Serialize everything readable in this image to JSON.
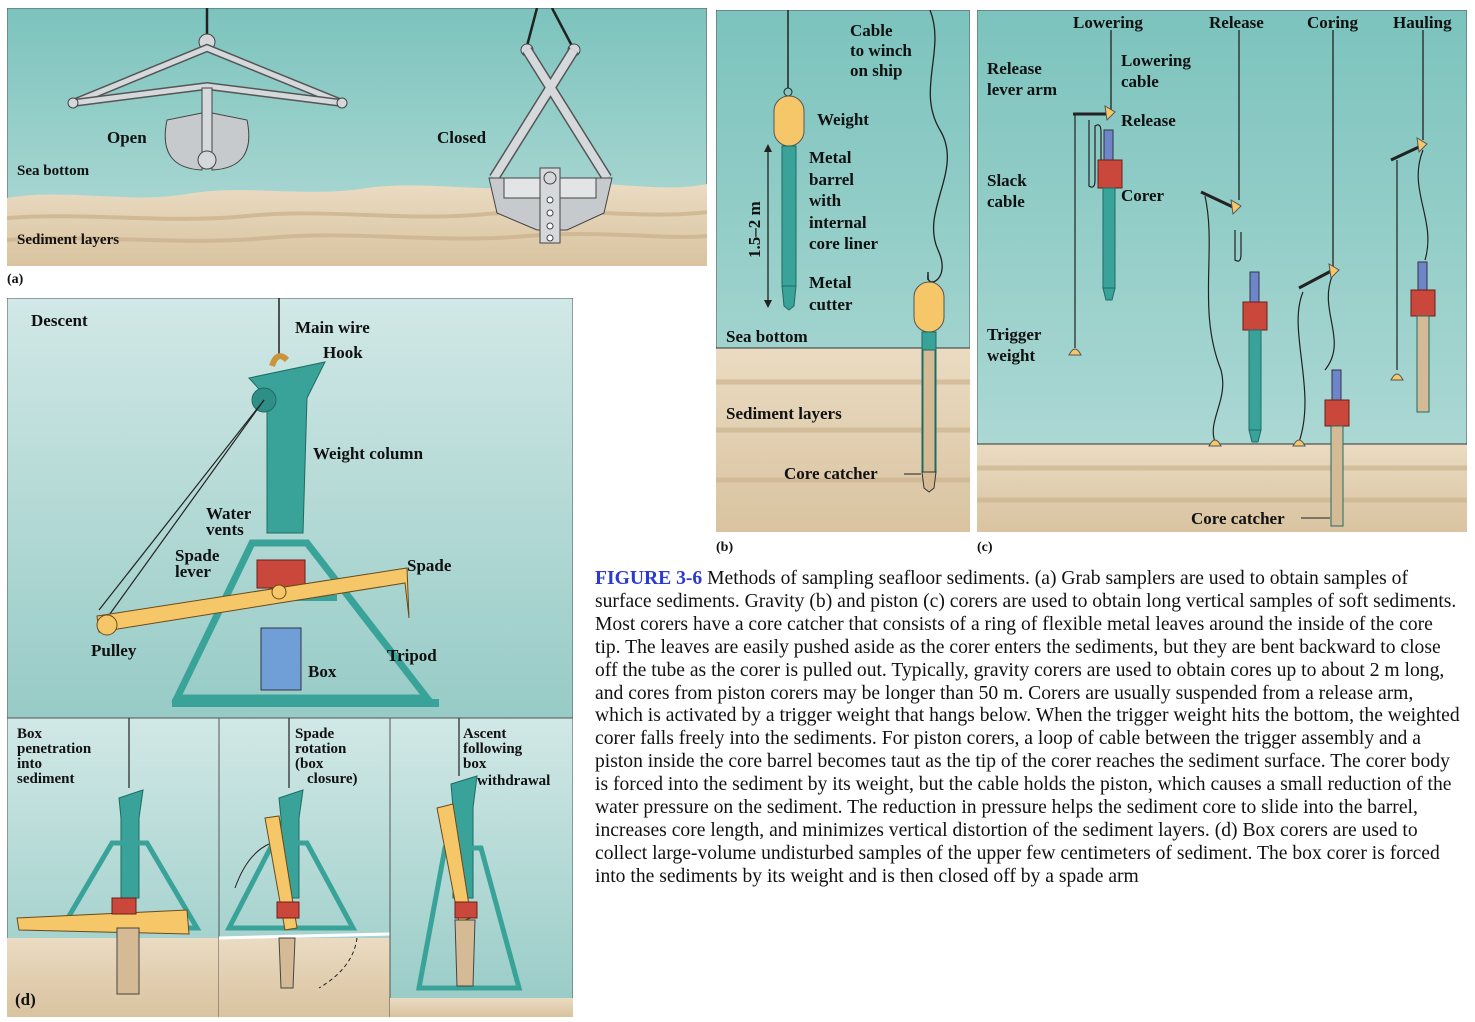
{
  "panel_a": {
    "label": "(a)",
    "open_label": "Open",
    "closed_label": "Closed",
    "sea_bottom": "Sea bottom",
    "sediment_layers": "Sediment layers"
  },
  "panel_b": {
    "label": "(b)",
    "cable_line1": "Cable",
    "cable_line2": "to winch",
    "cable_line3": "on ship",
    "weight": "Weight",
    "barrel_line1": "Metal",
    "barrel_line2": "barrel",
    "barrel_line3": "with",
    "barrel_line4": "internal",
    "barrel_line5": "core liner",
    "length": "1.5–2 m",
    "cutter_line1": "Metal",
    "cutter_line2": "cutter",
    "sea_bottom": "Sea bottom",
    "sediment_layers": "Sediment layers",
    "core_catcher": "Core catcher"
  },
  "panel_c": {
    "label": "(c)",
    "stages": [
      "Lowering",
      "Release",
      "Coring",
      "Hauling"
    ],
    "lowering_cable_line1": "Lowering",
    "lowering_cable_line2": "cable",
    "release_arm_line1": "Release",
    "release_arm_line2": "lever arm",
    "release": "Release",
    "slack_line1": "Slack",
    "slack_line2": "cable",
    "corer": "Corer",
    "trigger_line1": "Trigger",
    "trigger_line2": "weight",
    "core_catcher": "Core catcher"
  },
  "panel_d": {
    "label": "(d)",
    "descent": "Descent",
    "main_wire": "Main wire",
    "hook": "Hook",
    "weight_column": "Weight column",
    "water_line1": "Water",
    "water_line2": "vents",
    "spade_lever_line1": "Spade",
    "spade_lever_line2": "lever",
    "spade": "Spade",
    "pulley": "Pulley",
    "tripod": "Tripod",
    "box": "Box",
    "sub1_line1": "Box",
    "sub1_line2": "penetration",
    "sub1_line3": "into",
    "sub1_line4": "sediment",
    "sub2_line1": "Spade",
    "sub2_line2": "rotation",
    "sub2_line3": "(box",
    "sub2_line4": "closure)",
    "sub3_line1": "Ascent",
    "sub3_line2": "following",
    "sub3_line3": "box",
    "sub3_line4": "withdrawal"
  },
  "caption": {
    "figure_label": "FIGURE 3-6",
    "text": " Methods of sampling seafloor sediments. (a) Grab samplers are used to obtain samples of surface sediments. Gravity (b) and piston (c) corers are used to obtain long vertical samples of soft sediments. Most corers have a core catcher that consists of a ring of flexible metal leaves around the inside of the core tip. The leaves are easily pushed aside as the corer enters the sediments, but they are bent backward to close off the tube as the corer is pulled out. Typically, gravity corers are used to obtain cores up to about 2 m long, and cores from piston corers may be longer than 50 m. Corers are usually suspended from a release arm, which is activated by a trigger weight that hangs below. When the trigger weight hits the bottom, the weighted corer falls freely into the sediments. For piston corers, a loop of cable between the trigger assembly and a piston inside the core barrel becomes taut as the tip of the corer reaches the sediment surface. The corer body is forced into the sediment by its weight, but the cable holds the piston, which causes a small reduction of the water pressure on the sediment. The reduction in pressure helps the sediment core to slide into the barrel, increases core length, and minimizes vertical distortion of the sediment layers. (d) Box corers are used to collect large-volume undisturbed samples of the upper few centimeters of sediment. The box corer is forced into the sediments by its weight and is then closed off by a spade arm"
  },
  "colors": {
    "water": "#a9d6d3",
    "sediment": "#e3d2b8",
    "teal": "#3aa399",
    "orange": "#f7c77a",
    "red": "#c9473b",
    "figure_label": "#2b3bd1"
  }
}
